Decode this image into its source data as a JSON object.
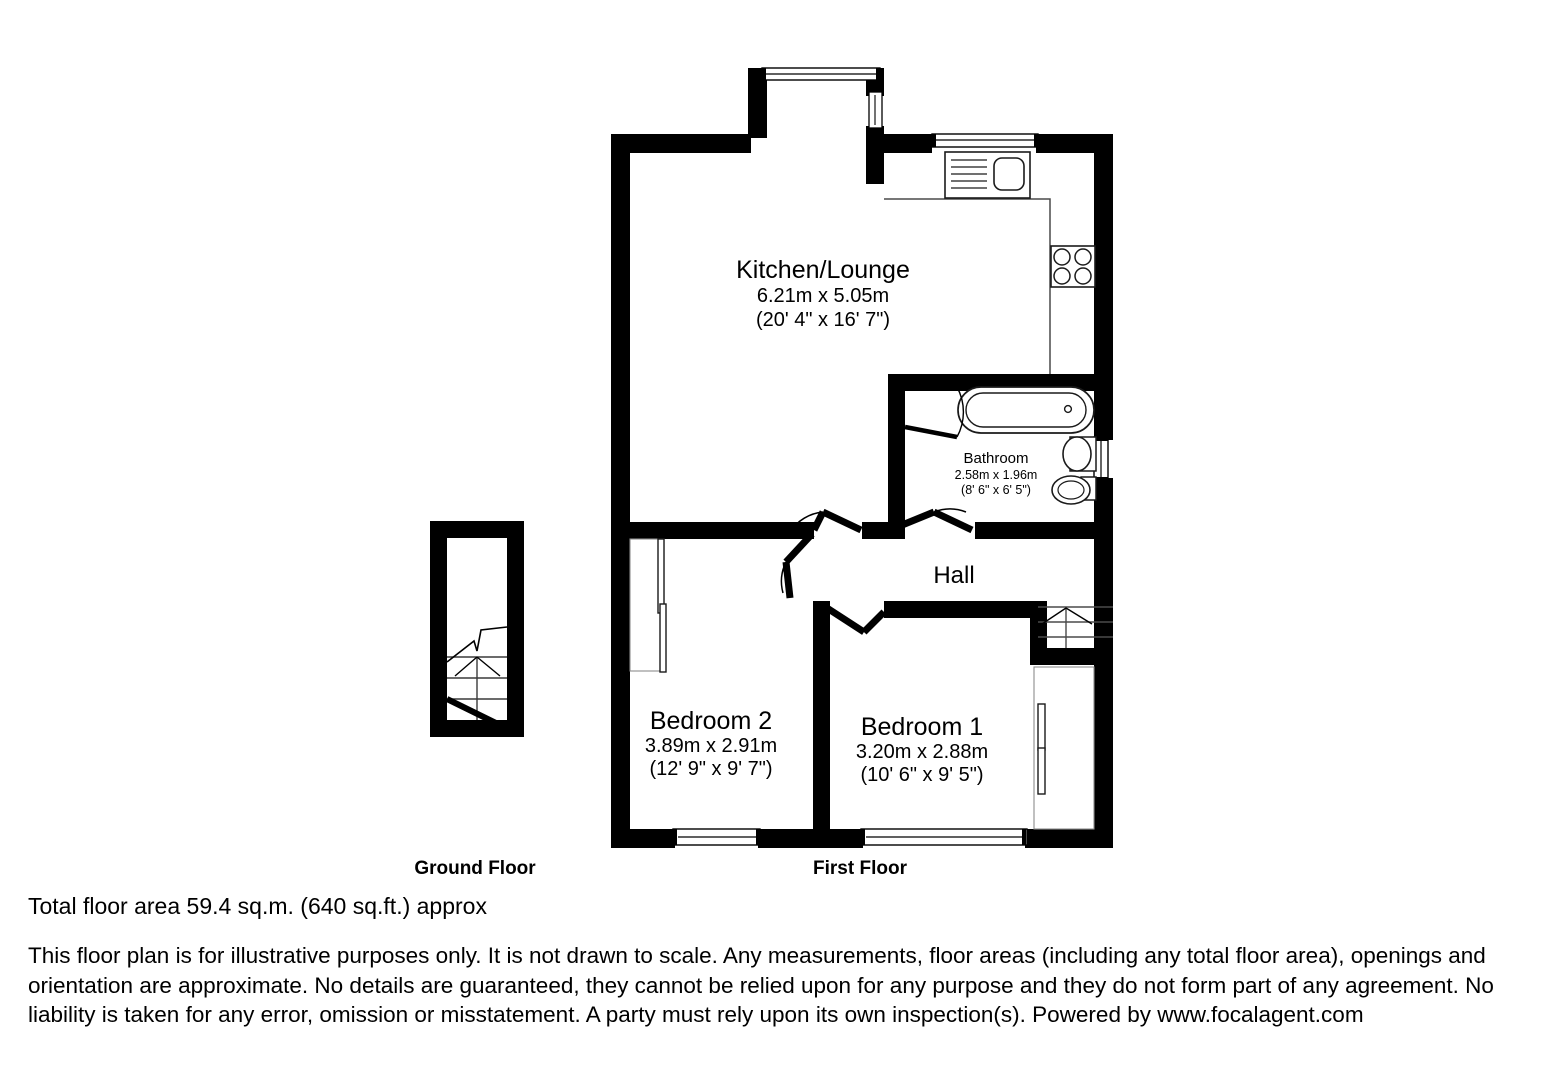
{
  "document": {
    "type": "floor-plan",
    "provider": "www.focalagent.com"
  },
  "floors": [
    {
      "id": "ground",
      "caption": "Ground Floor",
      "rooms": []
    },
    {
      "id": "first",
      "caption": "First Floor",
      "rooms": [
        {
          "id": "kitchen-lounge",
          "name": "Kitchen/Lounge",
          "dim_metric": "6.21m x 5.05m",
          "dim_imperial": "(20' 4\" x 16' 7\")"
        },
        {
          "id": "bathroom",
          "name": "Bathroom",
          "dim_metric": "2.58m x 1.96m",
          "dim_imperial": "(8' 6\" x 6' 5\")"
        },
        {
          "id": "hall",
          "name": "Hall",
          "dim_metric": "",
          "dim_imperial": ""
        },
        {
          "id": "bedroom-2",
          "name": "Bedroom 2",
          "dim_metric": "3.89m x 2.91m",
          "dim_imperial": "(12' 9\" x 9' 7\")"
        },
        {
          "id": "bedroom-1",
          "name": "Bedroom 1",
          "dim_metric": "3.20m x 2.88m",
          "dim_imperial": "(10' 6\" x 9' 5\")"
        }
      ]
    }
  ],
  "summary": {
    "total_area": "Total floor area 59.4 sq.m. (640 sq.ft.) approx"
  },
  "disclaimer": {
    "text": "This floor plan is for illustrative purposes only. It is not drawn to scale. Any measurements, floor areas (including any total floor area), openings and orientation are approximate. No details are guaranteed, they cannot be relied upon for any purpose and they do not form part of any agreement. No liability is taken for any error, omission or misstatement. A party must rely upon its own inspection(s). Powered by www.focalagent.com"
  },
  "fixtures": [
    {
      "id": "kitchen-sink",
      "name": "sink-icon"
    },
    {
      "id": "kitchen-hob",
      "name": "hob-icon"
    },
    {
      "id": "bath",
      "name": "bathtub-icon"
    },
    {
      "id": "wash-basin",
      "name": "wash-basin-icon"
    },
    {
      "id": "toilet",
      "name": "toilet-icon"
    },
    {
      "id": "stairs-ground",
      "name": "stairs-icon"
    },
    {
      "id": "stairs-first",
      "name": "stairs-icon"
    },
    {
      "id": "wardrobe-bedroom-2",
      "name": "wardrobe-icon"
    },
    {
      "id": "wardrobe-bedroom-1",
      "name": "wardrobe-icon"
    }
  ],
  "colors": {
    "wall": "#000000",
    "background": "#ffffff",
    "fixture_stroke": "#1a1a1a",
    "window_frame": "#000000"
  }
}
